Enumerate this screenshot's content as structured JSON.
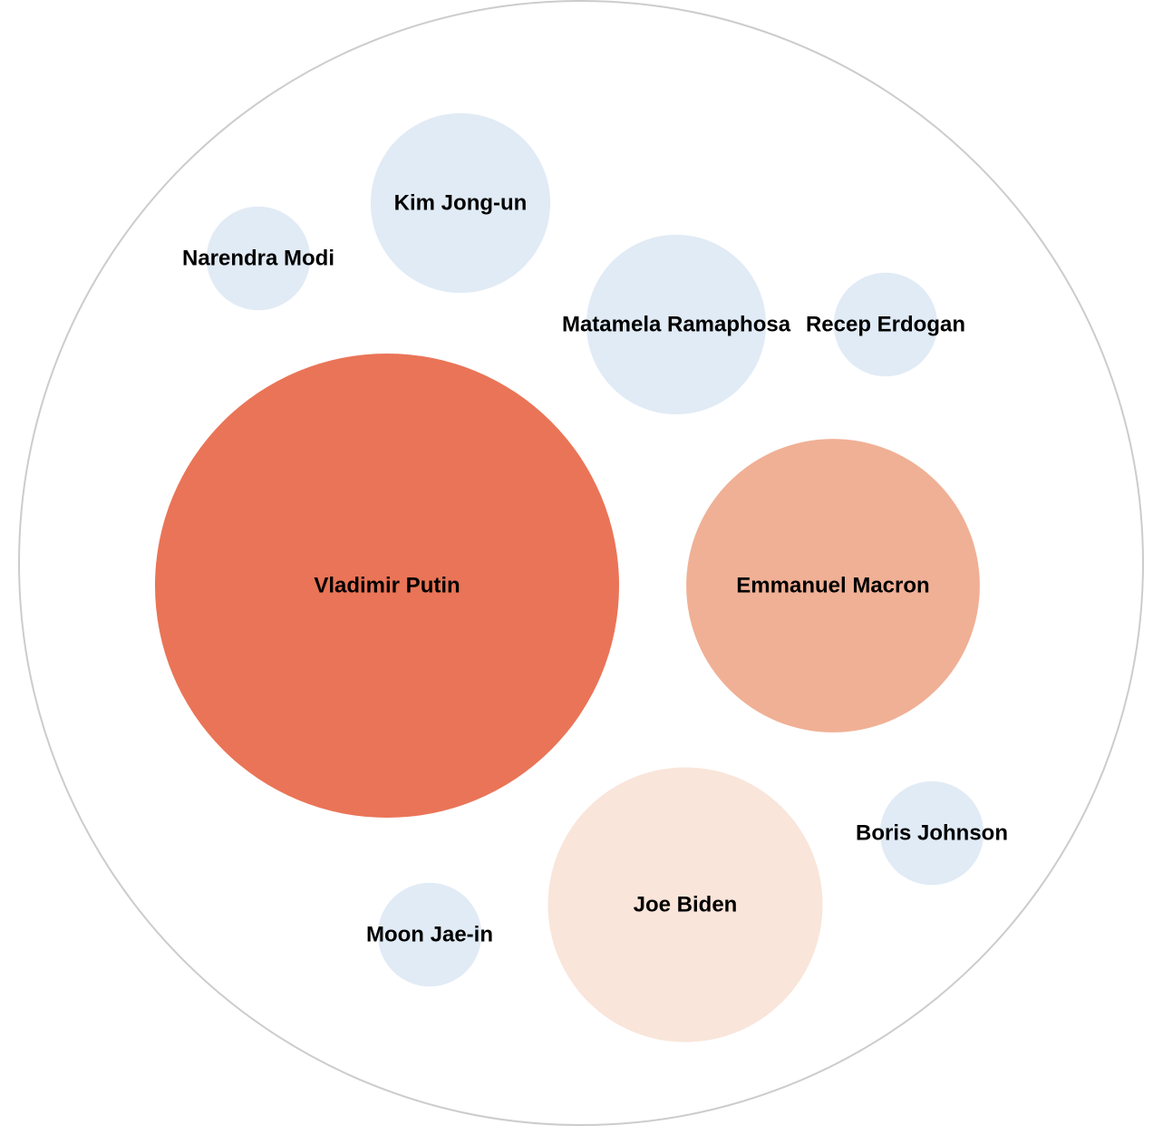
{
  "chart_data": {
    "type": "bubble",
    "title": "",
    "items": [
      {
        "name": "Vladimir Putin",
        "value": 100
      },
      {
        "name": "Emmanuel Macron",
        "value": 40
      },
      {
        "name": "Joe Biden",
        "value": 35
      },
      {
        "name": "Kim Jong-un",
        "value": 15
      },
      {
        "name": "Matamela Ramaphosa",
        "value": 15
      },
      {
        "name": "Narendra Modi",
        "value": 5
      },
      {
        "name": "Recep Erdogan",
        "value": 5
      },
      {
        "name": "Boris Johnson",
        "value": 5
      },
      {
        "name": "Moon Jae-in",
        "value": 5
      }
    ],
    "colors": {
      "outer_ring": "#cccccc",
      "scale": [
        "#e1ebf5",
        "#f9e5da",
        "#f0b095",
        "#ea7457"
      ]
    }
  }
}
